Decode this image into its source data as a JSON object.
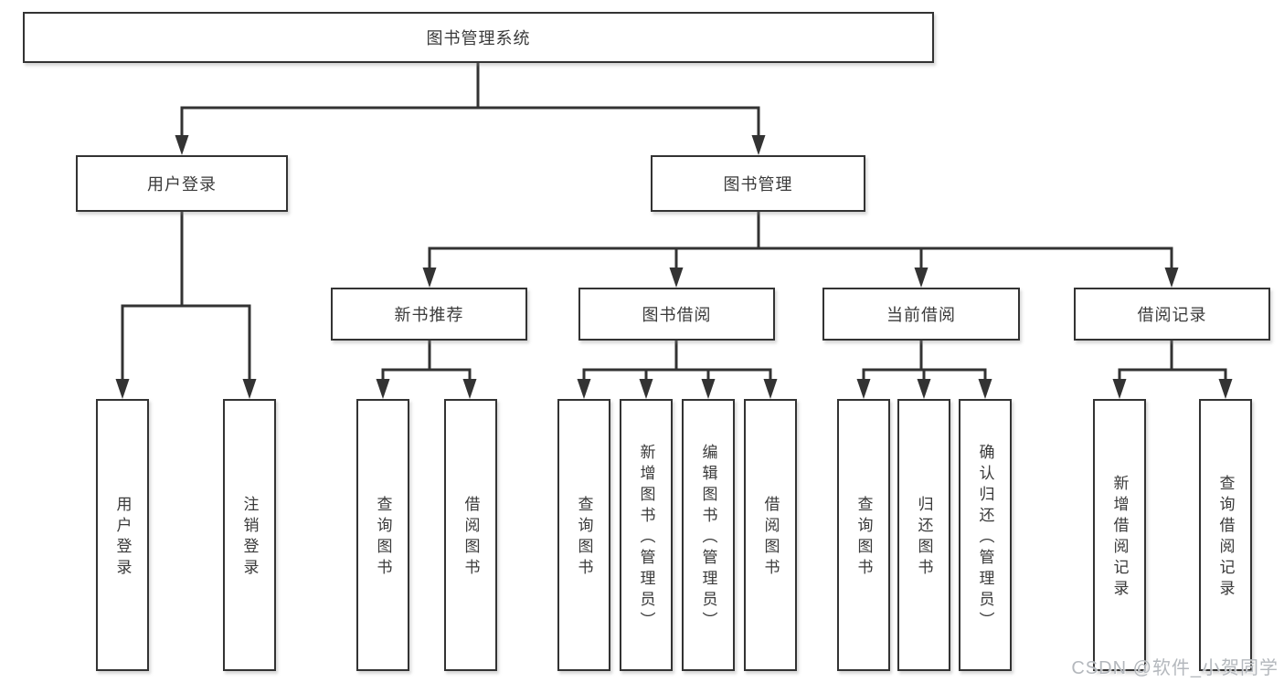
{
  "tree": {
    "label": "图书管理系统",
    "children": [
      {
        "label": "用户登录",
        "children": [
          {
            "label": "用户登录"
          },
          {
            "label": "注销登录"
          }
        ]
      },
      {
        "label": "图书管理",
        "children": [
          {
            "label": "新书推荐",
            "children": [
              {
                "label": "查询图书"
              },
              {
                "label": "借阅图书"
              }
            ]
          },
          {
            "label": "图书借阅",
            "children": [
              {
                "label": "查询图书"
              },
              {
                "label": "新增图书（管理员）"
              },
              {
                "label": "编辑图书（管理员）"
              },
              {
                "label": "借阅图书"
              }
            ]
          },
          {
            "label": "当前借阅",
            "children": [
              {
                "label": "查询图书"
              },
              {
                "label": "归还图书"
              },
              {
                "label": "确认归还（管理员）"
              }
            ]
          },
          {
            "label": "借阅记录",
            "children": [
              {
                "label": "新增借阅记录"
              },
              {
                "label": "查询借阅记录"
              }
            ]
          }
        ]
      }
    ]
  },
  "watermark": {
    "text": "CSDN @软件_小贺同学"
  },
  "colors": {
    "line": "#333333",
    "box_border": "#333333",
    "text": "#3a3a3a",
    "box_background": "#ffffff",
    "page_background": "#ffffff",
    "watermark": "#b4b8bd"
  }
}
